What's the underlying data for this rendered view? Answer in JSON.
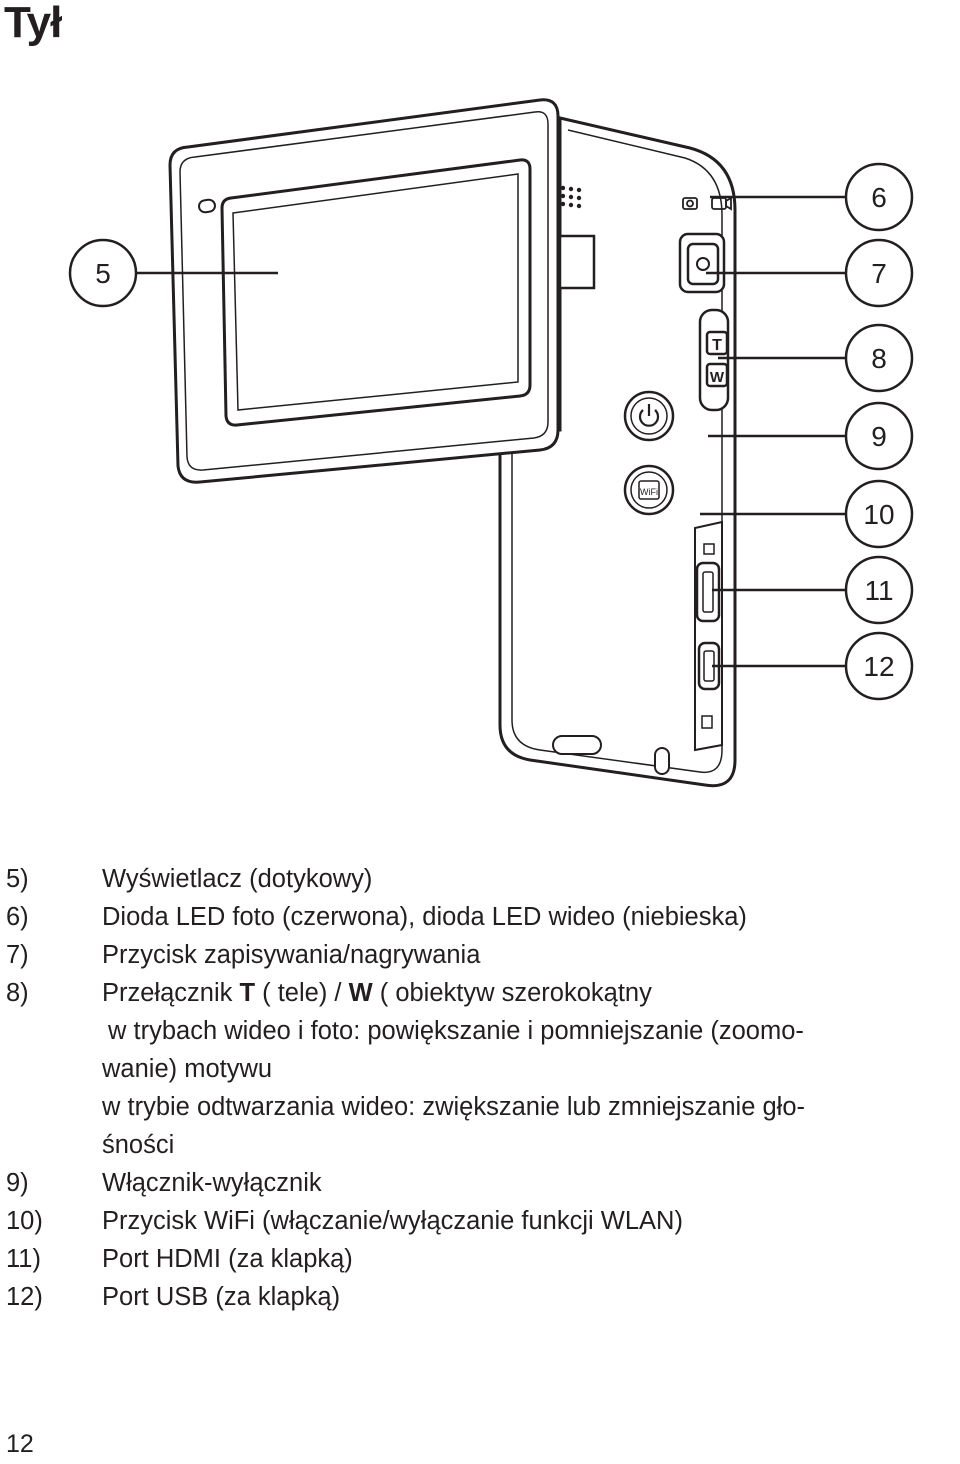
{
  "page": {
    "title": "Tył",
    "page_number": "12"
  },
  "callouts": [
    "5",
    "6",
    "7",
    "8",
    "9",
    "10",
    "11",
    "12"
  ],
  "button_labels": {
    "tele": "T",
    "wide": "W",
    "wifi": "WiFi"
  },
  "items": [
    {
      "num": "5)",
      "text": "Wyświetlacz (dotykowy)"
    },
    {
      "num": "6)",
      "text": "Dioda LED foto (czerwona), dioda LED wideo (niebieska)"
    },
    {
      "num": "7)",
      "text": "Przycisk zapisywania/nagrywania"
    },
    {
      "num": "8)",
      "text_a": "Przełącznik ",
      "key_t": "T",
      "text_b": " ( tele) / ",
      "key_w": "W",
      "text_c": " ( obiektyw szerokokątny",
      "line2": "w trybach wideo i foto: powiększanie i pomniejszanie (zoomo-",
      "line3": "wanie) motywu",
      "line4": "w trybie odtwarzania wideo: zwiększanie lub zmniejszanie gło-",
      "line5": "śności"
    },
    {
      "num": "9)",
      "text": "Włącznik-wyłącznik"
    },
    {
      "num": "10)",
      "text": "Przycisk WiFi (włączanie/wyłączanie funkcji WLAN)"
    },
    {
      "num": "11)",
      "text": "Port HDMI (za klapką)"
    },
    {
      "num": "12)",
      "text": "Port USB (za klapką)"
    }
  ]
}
